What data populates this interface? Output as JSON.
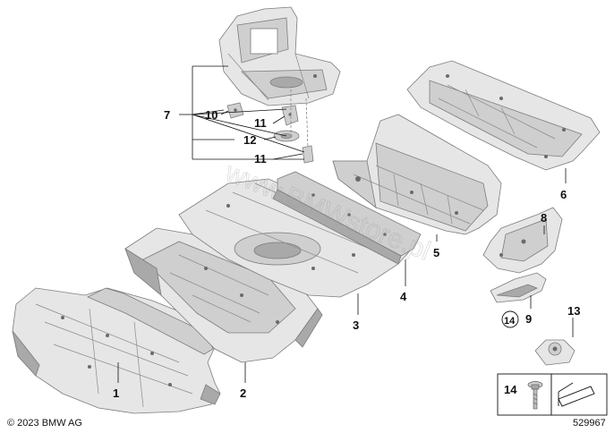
{
  "labels": {
    "p1": "1",
    "p2": "2",
    "p3": "3",
    "p4": "4",
    "p5": "5",
    "p6": "6",
    "p7": "7",
    "p8": "8",
    "p9": "9",
    "p10": "10",
    "p11a": "11",
    "p11b": "11",
    "p12": "12",
    "p13": "13",
    "p14": "14"
  },
  "legend_box": {
    "item": "14"
  },
  "circled_ref": "14",
  "watermark": "www.BMWstore.pl",
  "copyright": "© 2023 BMW AG",
  "diagram_number": "529967"
}
